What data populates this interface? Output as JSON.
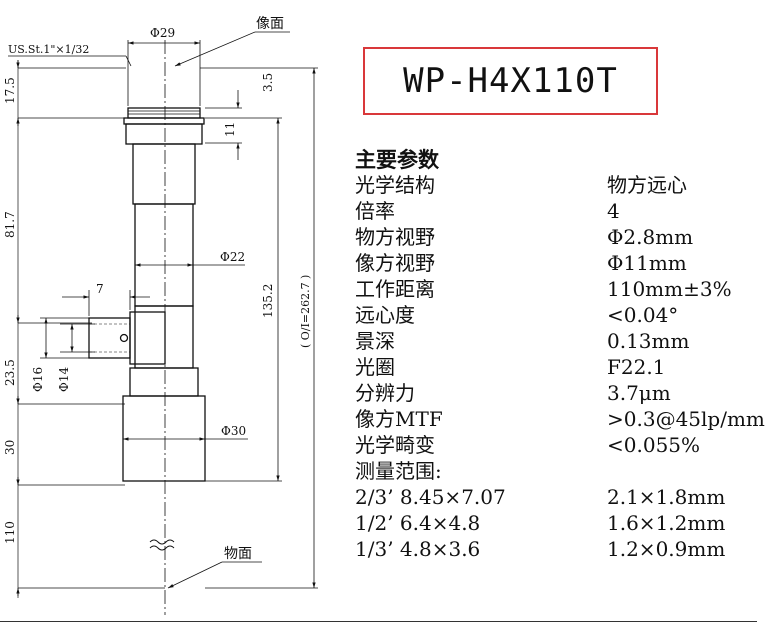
{
  "title": "WP-H4X110T",
  "drawing_labels": {
    "image_plane": "像面",
    "object_plane": "物面",
    "mount": "US.St.1\"×1/32",
    "d29": "Φ29",
    "d22": "Φ22",
    "d30": "Φ30",
    "d16": "Φ16",
    "d14": "Φ14",
    "dim_7": "7",
    "dim_17_5": "17.5",
    "dim_3_5": "3.5",
    "dim_11": "11",
    "dim_81_7": "81.7",
    "dim_135_2": "135.2",
    "dim_oi": "( O/I=262.7 )",
    "dim_23_5": "23.5",
    "dim_30": "30",
    "dim_110": "110"
  },
  "params": {
    "heading": "主要参数",
    "rows": [
      {
        "key": "光学结构",
        "value": "物方远心"
      },
      {
        "key": "倍率",
        "value": "4"
      },
      {
        "key": "物方视野",
        "value": "Φ2.8mm"
      },
      {
        "key": "像方视野",
        "value": "Φ11mm"
      },
      {
        "key": "工作距离",
        "value": "110mm±3%"
      },
      {
        "key": "远心度",
        "value": "<0.04°"
      },
      {
        "key": "景深",
        "value": "0.13mm"
      },
      {
        "key": "光圈",
        "value": "F22.1"
      },
      {
        "key": "分辨力",
        "value": "3.7μm"
      },
      {
        "key": "像方MTF",
        "value": ">0.3@45lp/mm"
      },
      {
        "key": "光学畸变",
        "value": "<0.055%"
      }
    ],
    "range_heading": "测量范围:",
    "range_rows": [
      {
        "key": "2/3’ 8.45×7.07",
        "value": "2.1×1.8mm"
      },
      {
        "key": "1/2’ 6.4×4.8",
        "value": "1.6×1.2mm"
      },
      {
        "key": "1/3’ 4.8×3.6",
        "value": "1.2×0.9mm"
      }
    ]
  }
}
